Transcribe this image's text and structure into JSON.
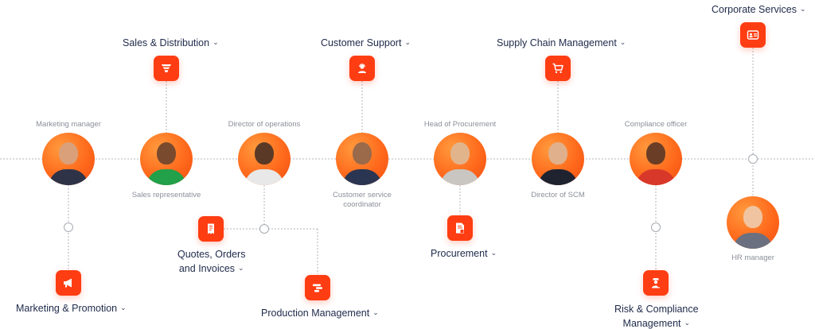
{
  "categories": {
    "corporate": {
      "label": "Corporate Services",
      "icon": "id-card-icon"
    },
    "sales": {
      "label": "Sales & Distribution",
      "icon": "funnel-icon"
    },
    "support": {
      "label": "Customer Support",
      "icon": "support-agent-icon"
    },
    "scm": {
      "label": "Supply Chain Management",
      "icon": "cart-icon"
    },
    "marketing": {
      "label": "Marketing & Promotion",
      "icon": "megaphone-icon"
    },
    "quotes": {
      "label_line1": "Quotes, Orders",
      "label_line2": "and Invoices",
      "icon": "invoice-icon"
    },
    "production": {
      "label": "Production Management",
      "icon": "gantt-icon"
    },
    "procurement": {
      "label": "Procurement",
      "icon": "procurement-document-icon"
    },
    "risk": {
      "label_line1": "Risk & Compliance",
      "label_line2": "Management",
      "icon": "inspector-icon"
    }
  },
  "roles": {
    "marketing_manager": "Marketing manager",
    "sales_rep": "Sales representative",
    "director_ops": "Director of operations",
    "cs_line1": "Customer service",
    "cs_line2": "coordinator",
    "head_procurement": "Head of Procurement",
    "director_scm": "Director of SCM",
    "compliance": "Compliance officer",
    "hr": "HR manager"
  },
  "colors": {
    "accent": "#ff3d12",
    "text_dark": "#1e2a4a",
    "text_muted": "#8b8f99",
    "line": "#a7abb3"
  }
}
